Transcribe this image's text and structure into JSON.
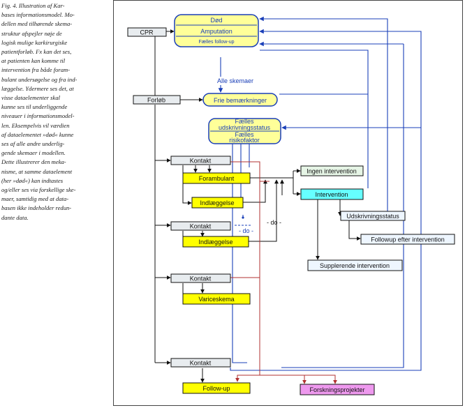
{
  "caption": [
    "Fig. 4.  Illustration af Kar-",
    "bases informationsmodel. Mo-",
    "dellen med tilhørende skema-",
    "struktur afspejler nøje de",
    "logisk mulige karkirurgiske",
    "patientforløb. Fx kan det ses,",
    "at patienten kan komme til",
    "intervention fra både foram-",
    "bulant undersøgelse og fra ind-",
    "læggelse. Ydermere ses det, at",
    "visse dataelementer skal",
    "kunne ses til underliggende",
    "niveauer i informationsmodel-",
    "len. Eksempelvis vil værdien",
    "af dataelementet »død« kunne",
    "ses af alle andre underlig-",
    "gende skemaer i modellen.",
    "Dette illustrerer den meka-",
    "nisme, at samme dataelement",
    "(her »død«) kan indtastes",
    "og/eller ses via forskellige ske-",
    "maer, samtidig med at data-",
    "basen ikke indeholder redun-",
    "dante data."
  ],
  "nodes": {
    "dod": "Død",
    "amputation": "Amputation",
    "faelles_followup": "Fælles follow-up",
    "cpr": "CPR",
    "alle_skemaer": "Alle skemaer",
    "forlob": "Forløb",
    "frie": "Frie bemærkninger",
    "faelles1": "Fælles",
    "udskrivningsstatus_top": "udskrivningsstatus",
    "faelles2": "Fælles",
    "risikofaktor": "risikofaktor",
    "kontakt1": "Kontakt",
    "forambulant": "Forambulant",
    "indlaeggelse1": "Indlæggelse",
    "kontakt2": "Kontakt",
    "indlaeggelse2": "Indlæggelse",
    "kontakt3": "Kontakt",
    "variceskema": "Variceskema",
    "kontakt4": "Kontakt",
    "followup": "Follow-up",
    "forskning": "Forskningsprojekter",
    "ingen_intervention": "Ingen intervention",
    "intervention": "Intervention",
    "udskrivningsstatus": "Udskrivningsstatus",
    "followup_efter": "Followup efter intervention",
    "supplerende": "Supplerende intervention",
    "do1": "- do -",
    "do2": "- do -"
  },
  "colors": {
    "yellow": "#ffff00",
    "light_yellow": "#ffff99",
    "grey_box": "#e8ecef",
    "green_box": "#e6f5e6",
    "cyan_box": "#66ffff",
    "light_blue_box": "#eef6ff",
    "pink_box": "#ee99ee",
    "blue_line": "#1a3fb8",
    "red_line": "#b03030",
    "blue_text": "#1a3fb8"
  }
}
